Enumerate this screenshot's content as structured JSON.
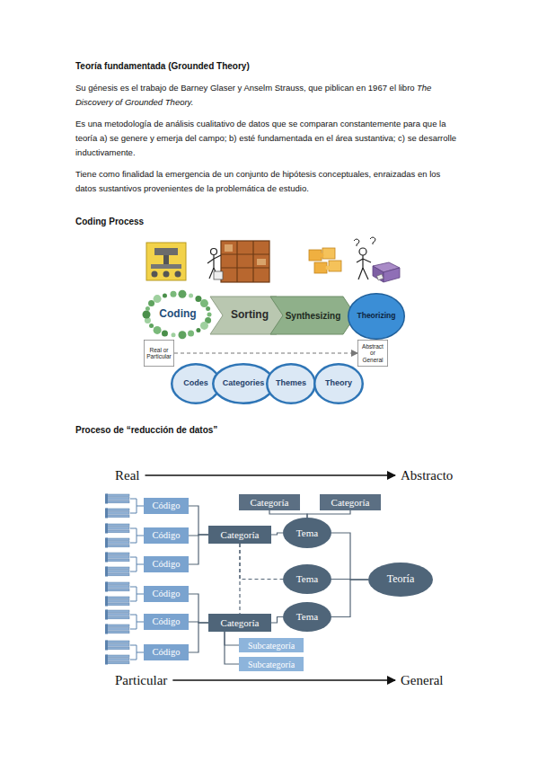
{
  "diagram": {
    "title": "Teoría fundamentada (Grounded Theory)",
    "nodes": [
      {
        "text": [
          "Coding"
        ]
      },
      {
        "text": [
          "Sorting"
        ]
      },
      {
        "text": [
          "Synthesizing"
        ]
      },
      {
        "text": [
          "Theorizing"
        ]
      },
      {
        "text": [
          "Real or Particular"
        ]
      },
      {
        "text": [
          "Abstract or General"
        ]
      },
      {
        "text": [
          "Codes"
        ]
      },
      {
        "text": [
          "Categories"
        ]
      },
      {
        "text": [
          "Themes"
        ]
      },
      {
        "text": [
          "Theory"
        ]
      },
      {
        "text": [
          "Categoría"
        ]
      },
      {
        "text": [
          "Categoría"
        ]
      },
      {
        "text": [
          "Código"
        ]
      },
      {
        "text": [
          "Código"
        ]
      },
      {
        "text": [
          "Código"
        ]
      },
      {
        "text": [
          "Categoría"
        ]
      },
      {
        "text": [
          "Tema"
        ]
      },
      {
        "text": [
          "Tema"
        ]
      },
      {
        "text": [
          "Teoría"
        ]
      },
      {
        "text": [
          "Tema"
        ]
      },
      {
        "text": [
          "Código"
        ]
      },
      {
        "text": [
          "Código"
        ]
      },
      {
        "text": [
          "Código"
        ]
      },
      {
        "text": [
          "Categoría"
        ]
      },
      {
        "text": [
          "Subcategoría"
        ]
      },
      {
        "text": [
          "Subcategoría"
        ]
      }
    ],
    "edges": [
      {
        "from": 4,
        "to": 5,
        "arrow": "to"
      },
      {
        "from": 12,
        "to": 15,
        "arrow": "none"
      },
      {
        "from": 13,
        "to": 15,
        "arrow": "none"
      },
      {
        "from": 14,
        "to": 15,
        "arrow": "none"
      },
      {
        "from": 15,
        "to": 16,
        "arrow": "none"
      },
      {
        "from": 16,
        "to": 10,
        "arrow": "none"
      },
      {
        "from": 16,
        "to": 11,
        "arrow": "none"
      },
      {
        "from": 15,
        "to": 17,
        "arrow": "none"
      },
      {
        "from": 15,
        "to": 23,
        "arrow": "none"
      },
      {
        "from": 20,
        "to": 23,
        "arrow": "none"
      },
      {
        "from": 21,
        "to": 23,
        "arrow": "none"
      },
      {
        "from": 22,
        "to": 23,
        "arrow": "none"
      },
      {
        "from": 23,
        "to": 19,
        "arrow": "none"
      },
      {
        "from": 23,
        "to": 24,
        "arrow": "none"
      },
      {
        "from": 23,
        "to": 25,
        "arrow": "none"
      },
      {
        "from": 16,
        "to": 18,
        "arrow": "none"
      },
      {
        "from": 17,
        "to": 18,
        "arrow": "none"
      },
      {
        "from": 19,
        "to": 18,
        "arrow": "none"
      }
    ],
    "labels": [
      "Su génesis es el trabajo de Barney Glaser y Anselm Strauss, que piblican en 1967 el libro",
      "The Discovery of Grounded Theory.",
      "Es una metodología de análisis cualitativo de datos que se comparan constantemente para que la teoría a) se genere y emerja del campo; b) esté fundamentada en el área sustantiva; c) se desarrolle inductivamente.",
      "Tiene como finalidad la emergencia de un conjunto de hipótesis conceptuales, enraizadas en los datos sustantivos provenientes de la problemática de estudio.",
      "Coding Process",
      "Proceso de “reducción de datos”",
      "Real",
      "Abstracto",
      "Particular",
      "General"
    ]
  }
}
